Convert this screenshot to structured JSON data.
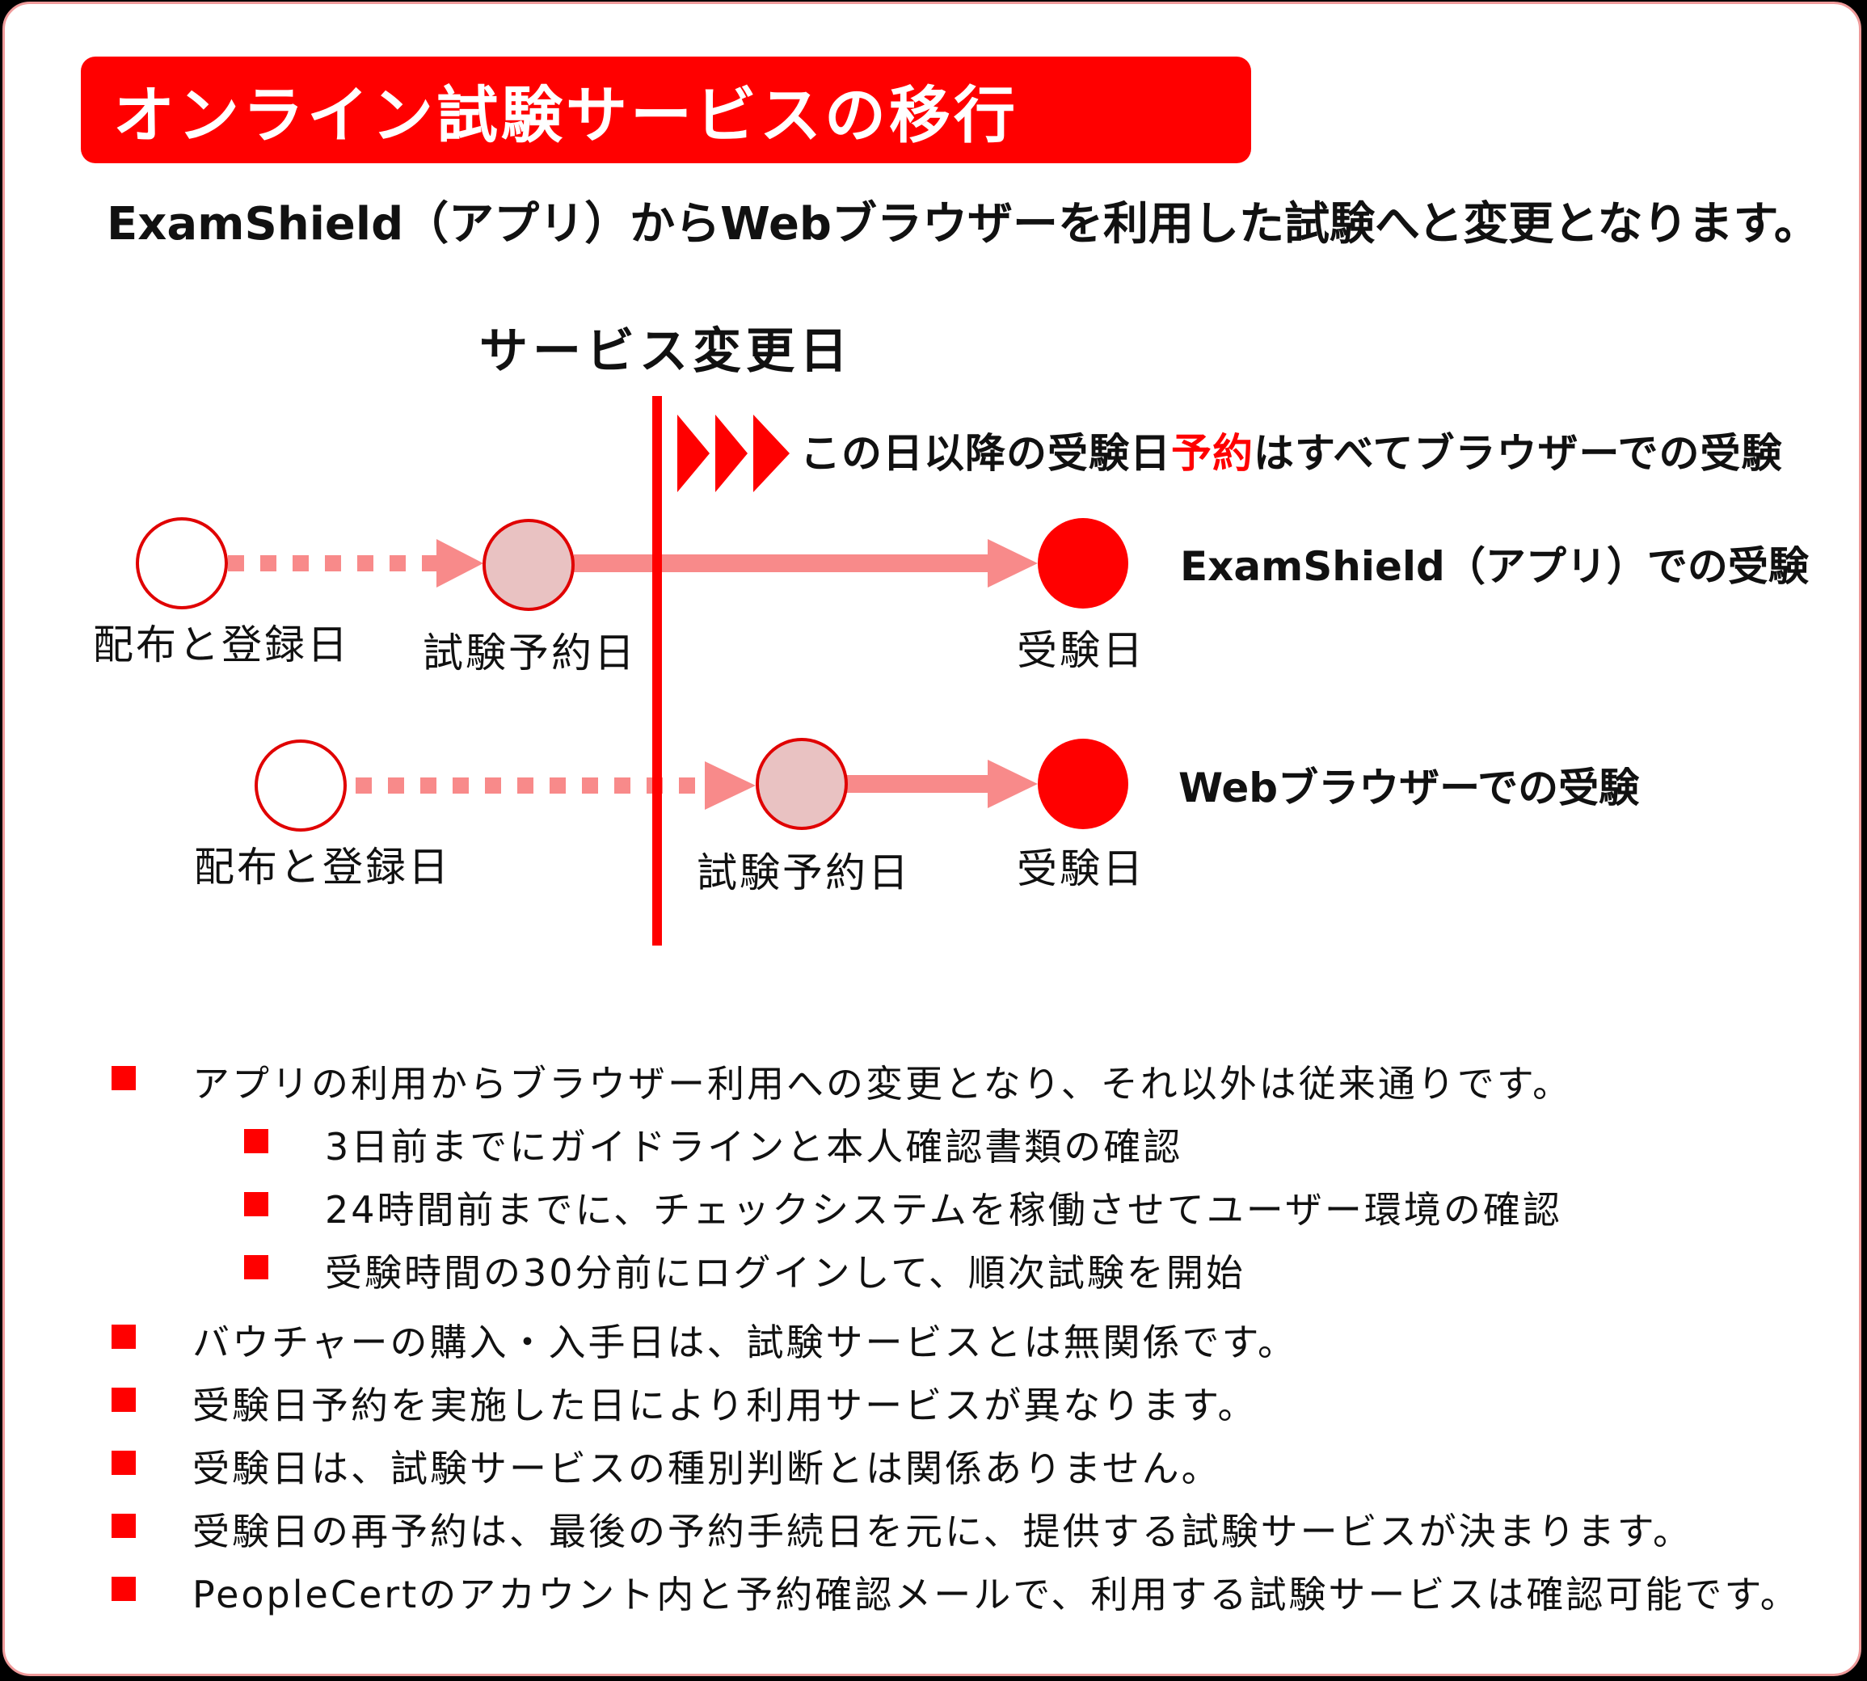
{
  "title": "オンライン試験サービスの移行",
  "subtitle": "ExamShield（アプリ）からWebブラウザーを利用した試験へと変更となります。",
  "diagram": {
    "change_day_label": "サービス変更日",
    "arrow_note_pre": "この日以降の受験日",
    "arrow_note_highlight": "予約",
    "arrow_note_post": "はすべてブラウザーでの受験",
    "row1": {
      "start_label": "配布と登録日",
      "reserve_label": "試験予約日",
      "exam_label": "受験日",
      "service_label": "ExamShield（アプリ）での受験"
    },
    "row2": {
      "start_label": "配布と登録日",
      "reserve_label": "試験予約日",
      "exam_label": "受験日",
      "service_label": "Webブラウザーでの受験"
    },
    "colors": {
      "accent": "#ff0000",
      "line": "#f88a8a",
      "reserve_fill": "#e9c2c2"
    }
  },
  "bullets": [
    "アプリの利用からブラウザー利用への変更となり、それ以外は従来通りです。",
    "3日前までにガイドラインと本人確認書類の確認",
    "24時間前までに、チェックシステムを稼働させてユーザー環境の確認",
    "受験時間の30分前にログインして、順次試験を開始",
    "バウチャーの購入・入手日は、試験サービスとは無関係です。",
    "受験日予約を実施した日により利用サービスが異なります。",
    "受験日は、試験サービスの種別判断とは関係ありません。",
    "受験日の再予約は、最後の予約手続日を元に、提供する試験サービスが決まります。",
    "PeopleCertのアカウント内と予約確認メールで、利用する試験サービスは確認可能です。"
  ]
}
